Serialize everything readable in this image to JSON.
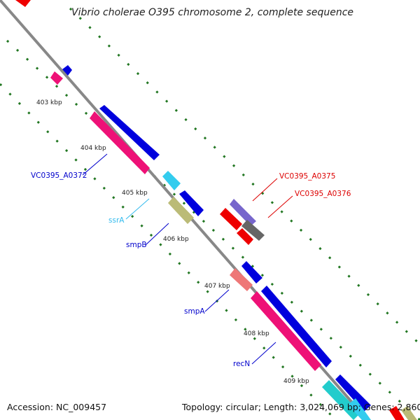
{
  "title": "Vibrio cholerae O395 chromosome 2, complete sequence",
  "footer": {
    "accession": "Accession: NC_009457",
    "summary": "Topology: circular; Length: 3,024,069 bp; Genes: 2,860"
  },
  "ticks": [
    "403 kbp",
    "404 kbp",
    "405 kbp",
    "406 kbp",
    "407 kbp",
    "408 kbp",
    "409 kbp"
  ],
  "genes": [
    {
      "label": "VC0395_A0372",
      "color": "#0000cc"
    },
    {
      "label": "ssrA",
      "color": "#33bbee"
    },
    {
      "label": "smpB",
      "color": "#0000cc"
    },
    {
      "label": "VC0395_A0375",
      "color": "#dd0000"
    },
    {
      "label": "VC0395_A0376",
      "color": "#dd0000"
    },
    {
      "label": "smpA",
      "color": "#0000cc"
    },
    {
      "label": "recN",
      "color": "#0000cc"
    }
  ],
  "colors": {
    "backbone": "#888888",
    "tick_dots": "#227722",
    "cds_blue": "#0000dd",
    "cds_pink": "#ee1177",
    "cds_red": "#ee0000",
    "cds_olive": "#bbbb77",
    "cds_cyan": "#33ccee",
    "cds_purple": "#7766cc",
    "cds_grey": "#666666",
    "cds_salmon": "#ee7777",
    "cds_teal": "#22cccc"
  }
}
